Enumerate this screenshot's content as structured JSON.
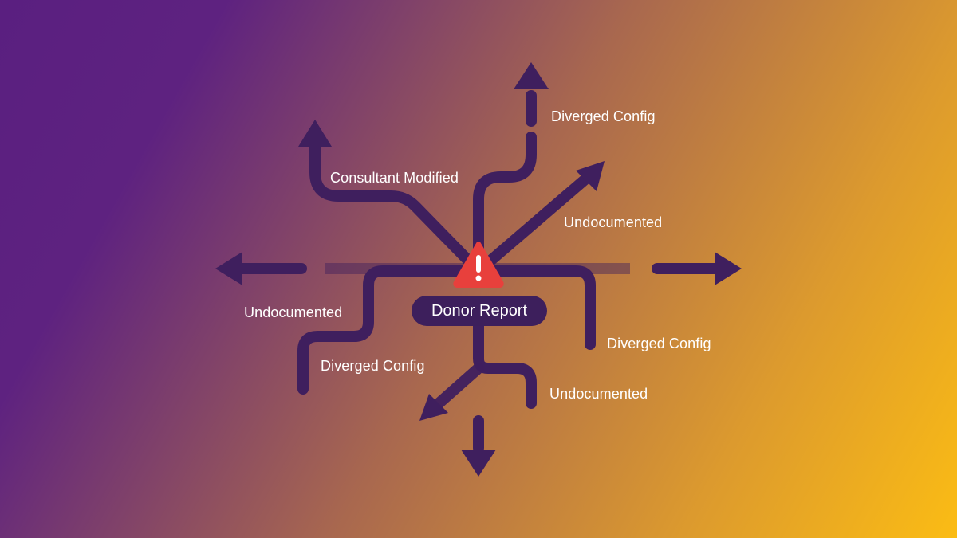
{
  "center": {
    "label": "Donor Report",
    "warning_icon": "warning-triangle-icon"
  },
  "branches": [
    {
      "id": "top-right",
      "label": "Diverged Config"
    },
    {
      "id": "upper-left",
      "label": "Consultant Modified"
    },
    {
      "id": "upper-right",
      "label": "Undocumented"
    },
    {
      "id": "left",
      "label": "Undocumented"
    },
    {
      "id": "lower-left",
      "label": "Diverged Config"
    },
    {
      "id": "right",
      "label": "Diverged Config"
    },
    {
      "id": "lower-right",
      "label": "Undocumented"
    }
  ],
  "colors": {
    "gradient_start": "#5a1f80",
    "gradient_mid": "#a8674f",
    "gradient_end": "#fbbc14",
    "path": "#3f1f5e",
    "warning": "#e8403c"
  }
}
